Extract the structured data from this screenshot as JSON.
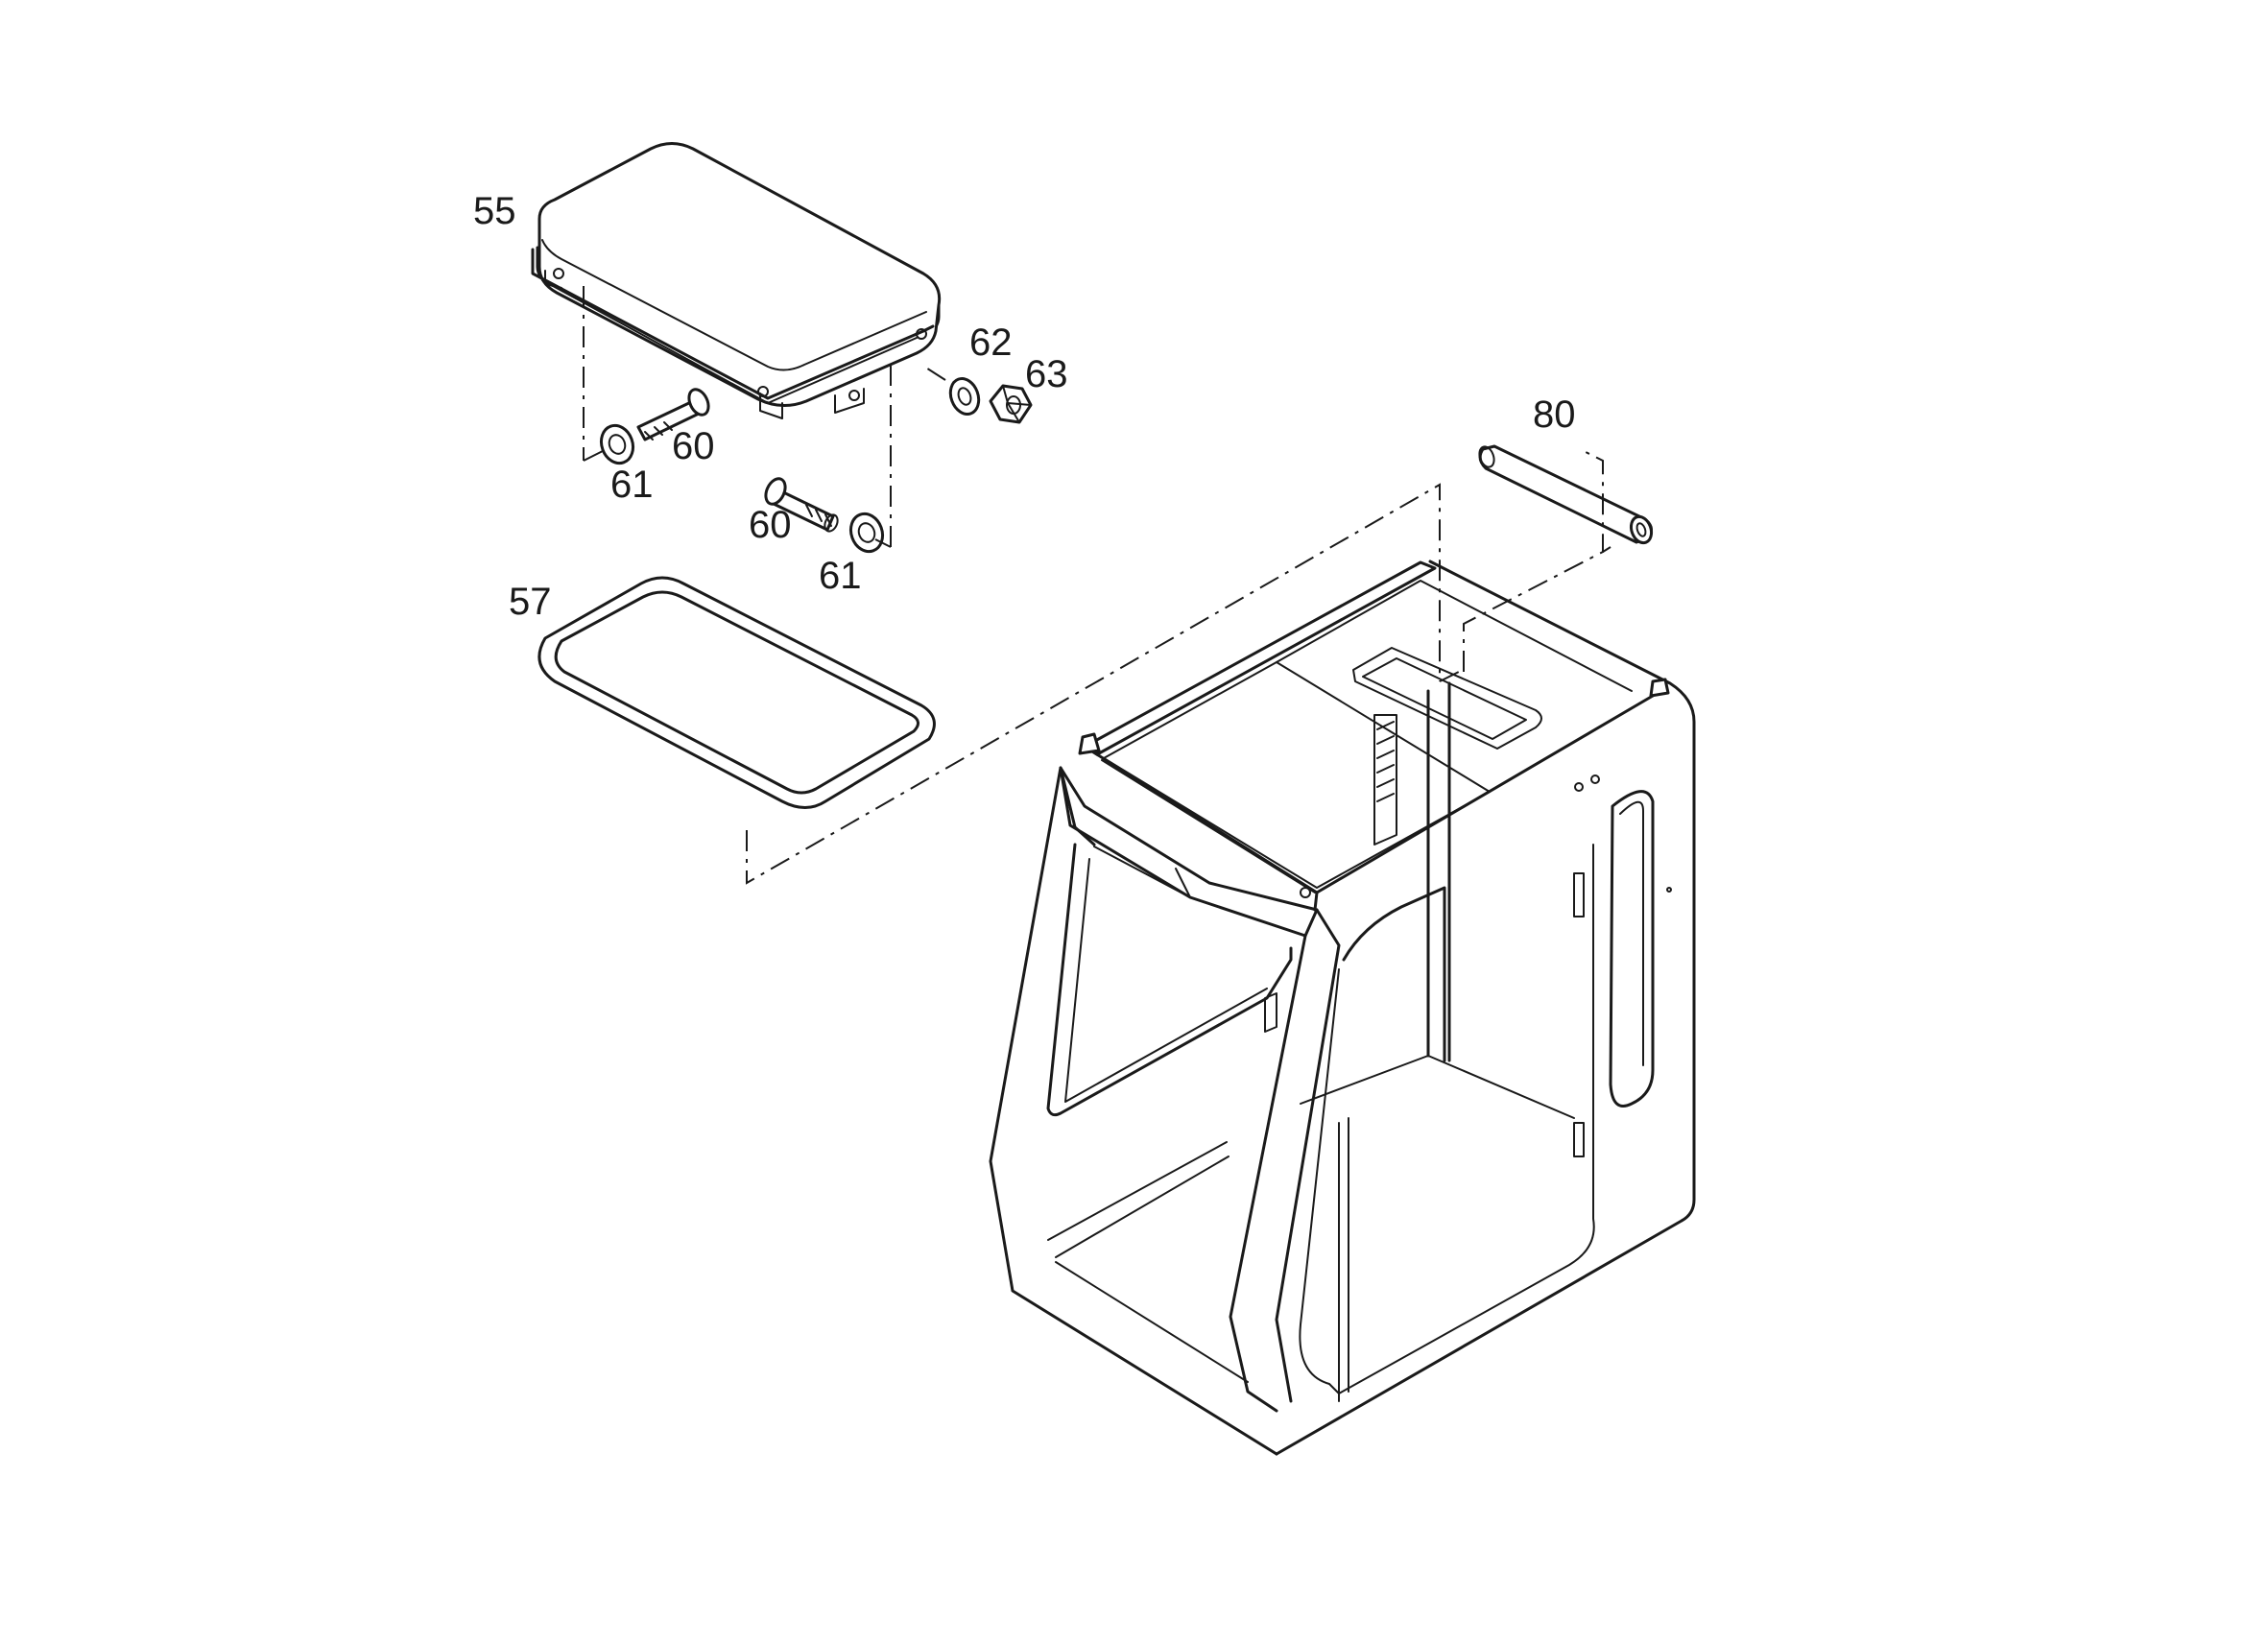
{
  "callouts": {
    "c55": "55",
    "c57": "57",
    "c60a": "60",
    "c60b": "60",
    "c61a": "61",
    "c61b": "61",
    "c62": "62",
    "c63": "63",
    "c80": "80"
  }
}
